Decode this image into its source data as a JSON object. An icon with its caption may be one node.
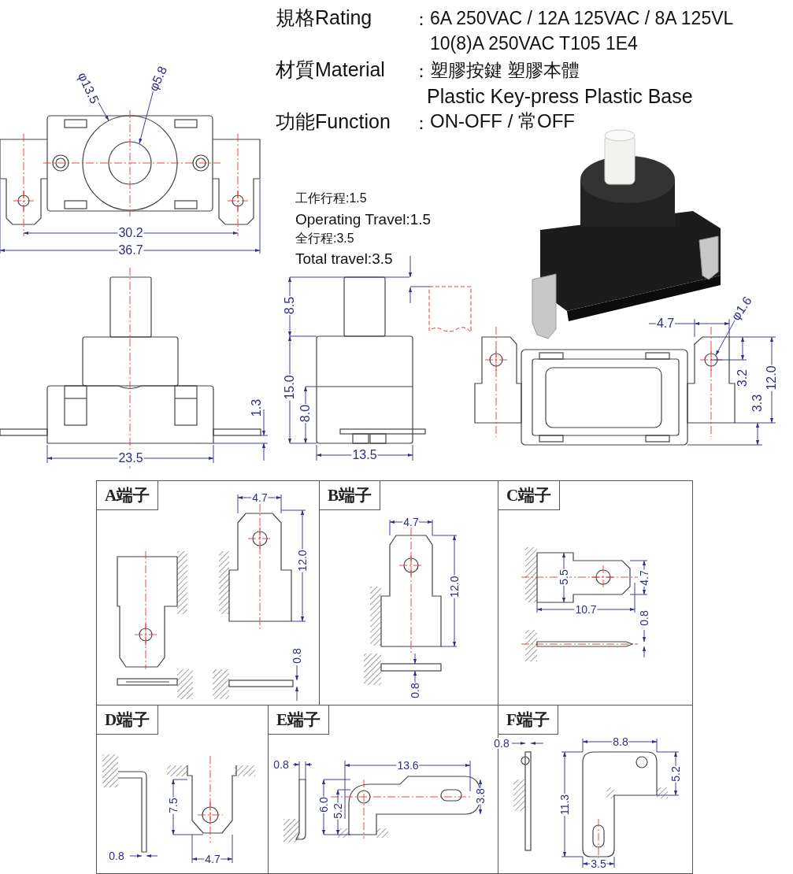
{
  "diagram": {
    "nodes": [
      {
        "text": [
          "A端子"
        ]
      },
      {
        "text": [
          "B端子"
        ]
      },
      {
        "text": [
          "C端子"
        ]
      },
      {
        "text": [
          "D端子"
        ]
      },
      {
        "text": [
          "E端子"
        ]
      },
      {
        "text": [
          "F端子"
        ]
      }
    ],
    "labels": [
      "規格Rating",
      "：",
      "6A 250VAC / 12A 125VAC / 8A 125VL",
      "10(8)A 250VAC  T105 1E4",
      "材質Material",
      "：",
      "塑膠按鍵 塑膠本體",
      "Plastic Key-press  Plastic Base",
      "功能Function",
      "：",
      "ON-OFF / 常OFF",
      "工作行程:1.5",
      "Operating Travel:1.5",
      "全行程:3.5",
      "Total travel:3.5",
      "φ13.5",
      "φ5.8",
      "30.2",
      "36.7",
      "23.5",
      "1.3",
      "8.5",
      "15.0",
      "8.0",
      "13.5",
      "4.7",
      "φ1.6",
      "3.2",
      "12.0",
      "3.3",
      "4.7",
      "12.0",
      "0.8",
      "4.7",
      "12.0",
      "0.8",
      "5.5",
      "4.7",
      "10.7",
      "0.8",
      "7.5",
      "0.8",
      "4.7",
      "0.8",
      "13.6",
      "6.0",
      "5.2",
      "3.8",
      "0.8",
      "8.8",
      "5.2",
      "11.3",
      "3.5"
    ]
  }
}
